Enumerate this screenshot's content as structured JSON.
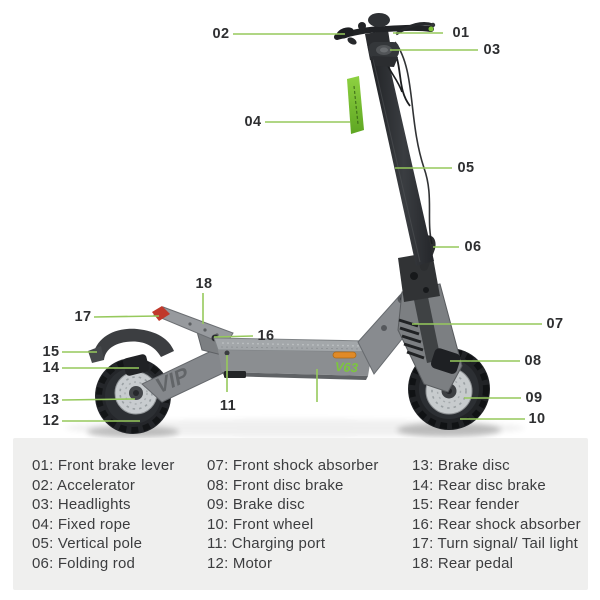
{
  "colors": {
    "accent_green": "#96c95c",
    "callout_text": "#2e2f31",
    "legend_bg": "#efefee",
    "legend_text": "#3c3d3f",
    "sticker_green": "#72bb2e",
    "deck_logo_green": "#7cc63e",
    "reflector_orange": "#e08a28",
    "tail_light_red": "#c0392b"
  },
  "diagram": {
    "deck_logo": "V63",
    "swingarm_logo": "VIP",
    "callouts": [
      {
        "num": "01"
      },
      {
        "num": "02"
      },
      {
        "num": "03"
      },
      {
        "num": "04"
      },
      {
        "num": "05"
      },
      {
        "num": "06"
      },
      {
        "num": "07"
      },
      {
        "num": "08"
      },
      {
        "num": "09"
      },
      {
        "num": "10"
      },
      {
        "num": "11"
      },
      {
        "num": "12"
      },
      {
        "num": "13"
      },
      {
        "num": "14"
      },
      {
        "num": "15"
      },
      {
        "num": "16"
      },
      {
        "num": "17"
      },
      {
        "num": "18"
      }
    ]
  },
  "legend": {
    "columns": [
      {
        "items": [
          {
            "text": "01: Front brake lever"
          },
          {
            "text": "02: Accelerator"
          },
          {
            "text": "03: Headlights"
          },
          {
            "text": "04: Fixed rope"
          },
          {
            "text": "05: Vertical pole"
          },
          {
            "text": "06: Folding rod"
          }
        ]
      },
      {
        "items": [
          {
            "text": "07: Front shock absorber"
          },
          {
            "text": "08: Front disc brake"
          },
          {
            "text": "09: Brake disc"
          },
          {
            "text": "10: Front wheel"
          },
          {
            "text": "11: Charging port"
          },
          {
            "text": "12: Motor"
          }
        ]
      },
      {
        "items": [
          {
            "text": "13: Brake disc"
          },
          {
            "text": "14: Rear disc brake"
          },
          {
            "text": "15: Rear fender"
          },
          {
            "text": "16: Rear shock absorber"
          },
          {
            "text": "17: Turn signal/ Tail light"
          },
          {
            "text": "18: Rear pedal"
          }
        ]
      }
    ]
  }
}
